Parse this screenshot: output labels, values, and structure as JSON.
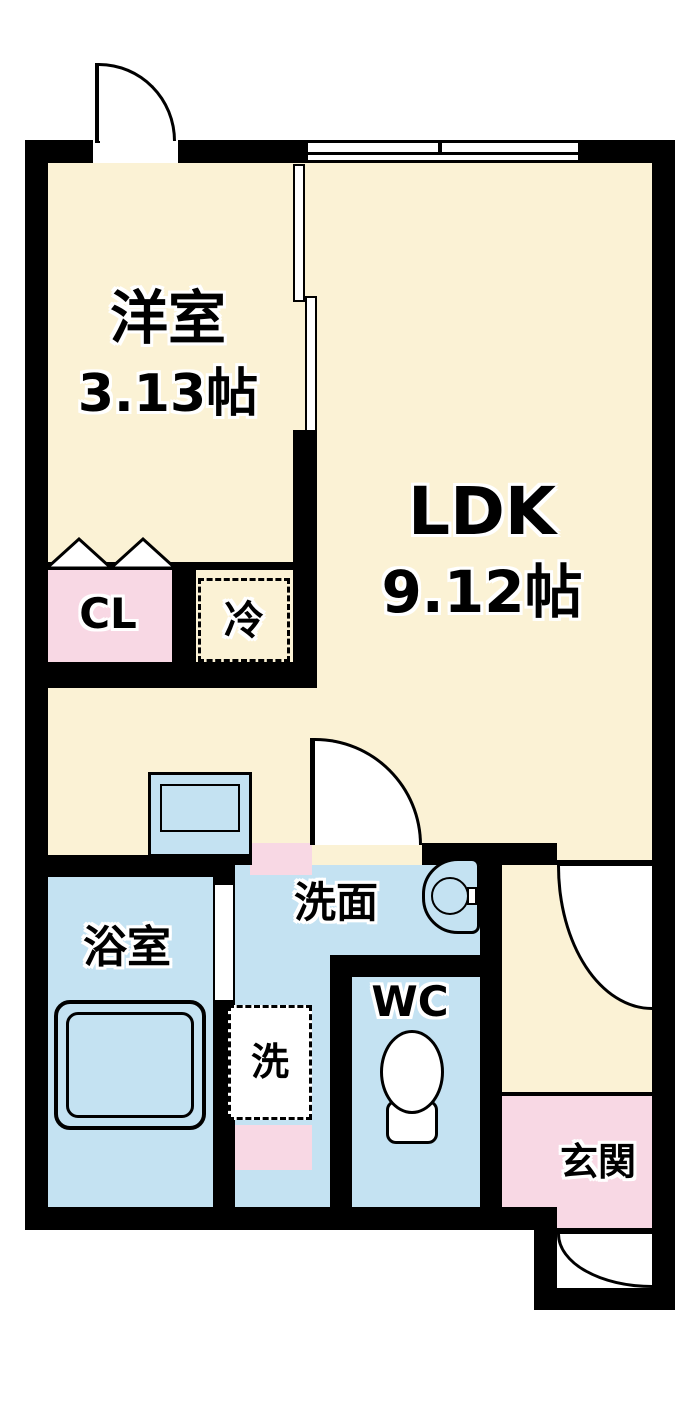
{
  "floorplan": {
    "rooms": {
      "western_room": {
        "label": "洋室",
        "size": "3.13帖"
      },
      "ldk": {
        "label": "LDK",
        "size": "9.12帖"
      },
      "closet": {
        "label": "CL"
      },
      "refrigerator": {
        "label": "冷"
      },
      "bathroom": {
        "label": "浴室"
      },
      "washroom": {
        "label": "洗面"
      },
      "laundry": {
        "label": "洗"
      },
      "wc": {
        "label": "WC"
      },
      "entrance": {
        "label": "玄関"
      }
    },
    "colors": {
      "floor_cream": "#FBF2D5",
      "wet_area_blue": "#C4E2F2",
      "closet_pink": "#F8D8E4",
      "wall_black": "#000000",
      "background_white": "#FFFFFF"
    },
    "fixtures": [
      "balcony-door-arc",
      "window",
      "sliding-door",
      "folding-closet-doors",
      "refrigerator-space",
      "vanity-counter",
      "bathtub",
      "bath-door",
      "washroom-door-arc",
      "sink",
      "washing-machine-space",
      "toilet",
      "hall-door-arc",
      "entrance-door-arc",
      "entrance-step"
    ]
  }
}
